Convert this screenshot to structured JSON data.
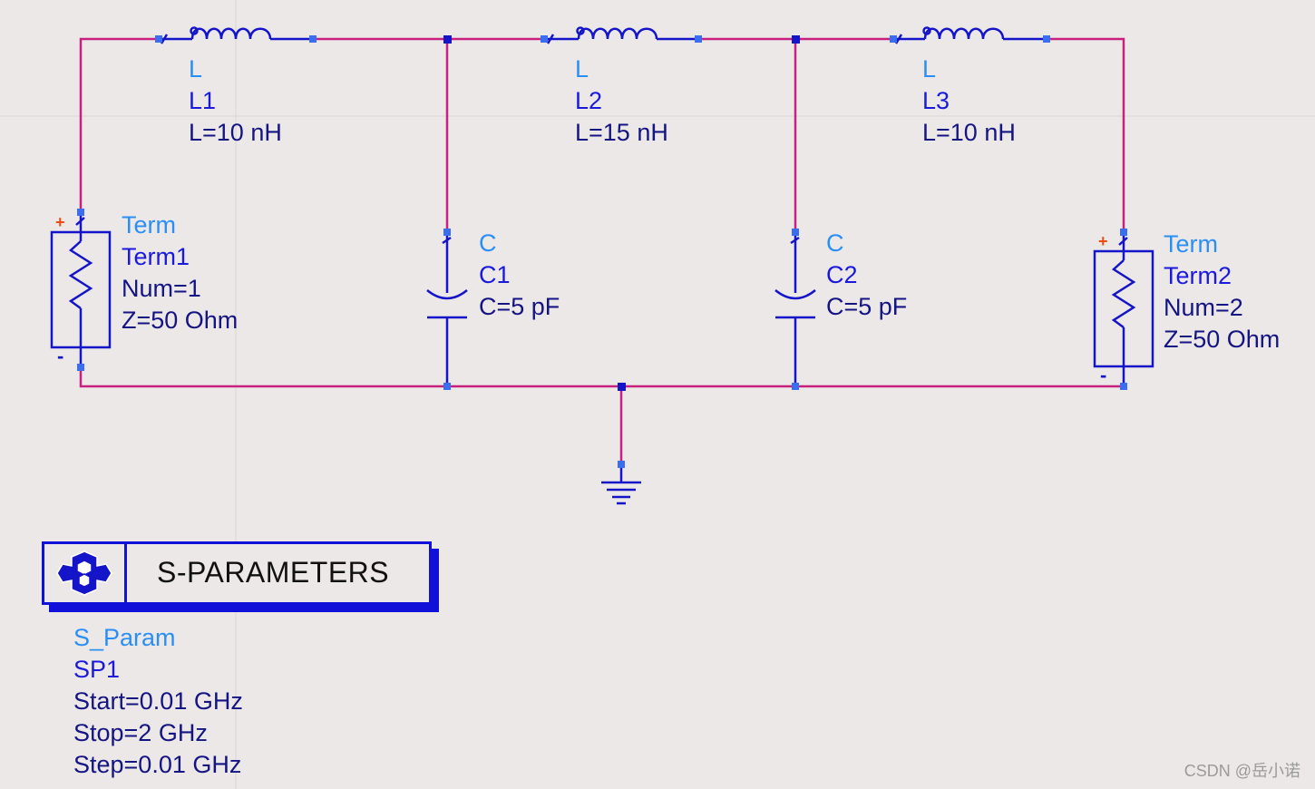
{
  "schematic": {
    "inductors": [
      {
        "type": "L",
        "name": "L1",
        "value": "L=10 nH"
      },
      {
        "type": "L",
        "name": "L2",
        "value": "L=15 nH"
      },
      {
        "type": "L",
        "name": "L3",
        "value": "L=10 nH"
      }
    ],
    "capacitors": [
      {
        "type": "C",
        "name": "C1",
        "value": "C=5 pF"
      },
      {
        "type": "C",
        "name": "C2",
        "value": "C=5 pF"
      }
    ],
    "terms": [
      {
        "type": "Term",
        "name": "Term1",
        "num": "Num=1",
        "z": "Z=50 Ohm",
        "plus": "+",
        "minus": "-"
      },
      {
        "type": "Term",
        "name": "Term2",
        "num": "Num=2",
        "z": "Z=50 Ohm",
        "plus": "+",
        "minus": "-"
      }
    ],
    "sparam": {
      "title": "S-PARAMETERS",
      "type": "S_Param",
      "name": "SP1",
      "start": "Start=0.01 GHz",
      "stop": "Stop=2 GHz",
      "step": "Step=0.01 GHz"
    }
  },
  "colors": {
    "wire": "#c8207e",
    "component": "#1414c8",
    "pin": "#3a6df0",
    "background": "#ede8e8"
  },
  "watermark": "CSDN @岳小诺"
}
